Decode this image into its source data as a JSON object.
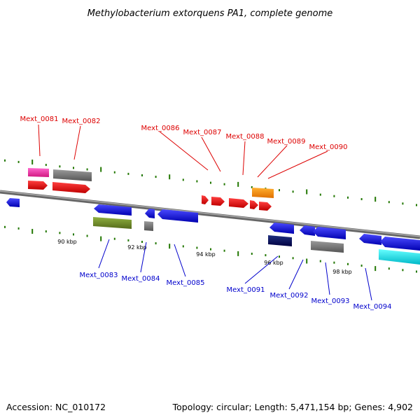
{
  "title": "Methylobacterium extorquens PA1, complete genome",
  "footer": {
    "accession": "Accession: NC_010172",
    "stats": "Topology: circular; Length: 5,471,154 bp; Genes: 4,902"
  },
  "colors": {
    "forward_label": "#dd0000",
    "reverse_label": "#0000cc",
    "ruler_tick": "#227700",
    "backbone": "#888888"
  },
  "ruler_labels": [
    "90 kbp",
    "92 kbp",
    "94 kbp",
    "96 kbp",
    "98 kbp"
  ],
  "gene_labels": {
    "top": [
      "Mext_0081",
      "Mext_0082",
      "Mext_0086",
      "Mext_0087",
      "Mext_0088",
      "Mext_0089",
      "Mext_0090"
    ],
    "bottom": [
      "Mext_0083",
      "Mext_0084",
      "Mext_0085",
      "Mext_0091",
      "Mext_0092",
      "Mext_0093",
      "Mext_0094"
    ]
  }
}
